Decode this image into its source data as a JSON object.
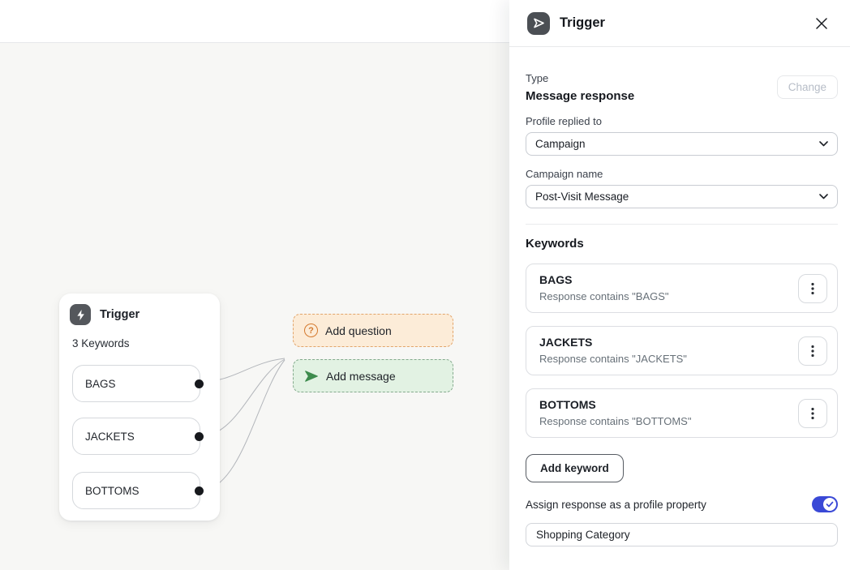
{
  "canvas": {
    "node": {
      "title": "Trigger",
      "subtitle": "3 Keywords",
      "keywords": [
        "BAGS",
        "JACKETS",
        "BOTTOMS"
      ]
    },
    "add_question_label": "Add question",
    "add_message_label": "Add message"
  },
  "panel": {
    "title": "Trigger",
    "type": {
      "label": "Type",
      "value": "Message response",
      "change_label": "Change"
    },
    "profile_replied_to": {
      "label": "Profile replied to",
      "value": "Campaign"
    },
    "campaign_name": {
      "label": "Campaign name",
      "value": "Post-Visit Message"
    },
    "keywords": {
      "heading": "Keywords",
      "items": [
        {
          "name": "BAGS",
          "condition": "Response contains \"BAGS\""
        },
        {
          "name": "JACKETS",
          "condition": "Response contains \"JACKETS\""
        },
        {
          "name": "BOTTOMS",
          "condition": "Response contains \"BOTTOMS\""
        }
      ],
      "add_button_label": "Add keyword"
    },
    "assign_property": {
      "label": "Assign response as a profile property",
      "enabled": true,
      "property_value": "Shopping Category"
    }
  },
  "icons": {
    "node_icon": "lightning-bolt",
    "panel_icon": "send-arrow",
    "question_glyph": "?",
    "message_icon": "send-arrow",
    "keyword_menu": "kebab-menu",
    "close": "x"
  },
  "colors": {
    "toggle_on": "#3a49d6",
    "question_bg": "#fcecd8",
    "question_border": "#e2a56b",
    "question_icon": "#d4792e",
    "message_bg": "#e2f2e3",
    "message_border": "#84aa8d",
    "message_icon": "#3d8b4d",
    "node_icon_bg": "#54575c",
    "panel_icon_bg": "#4b4f54",
    "canvas_bg": "#f7f7f5",
    "disabled_text": "#b7bdc7"
  }
}
